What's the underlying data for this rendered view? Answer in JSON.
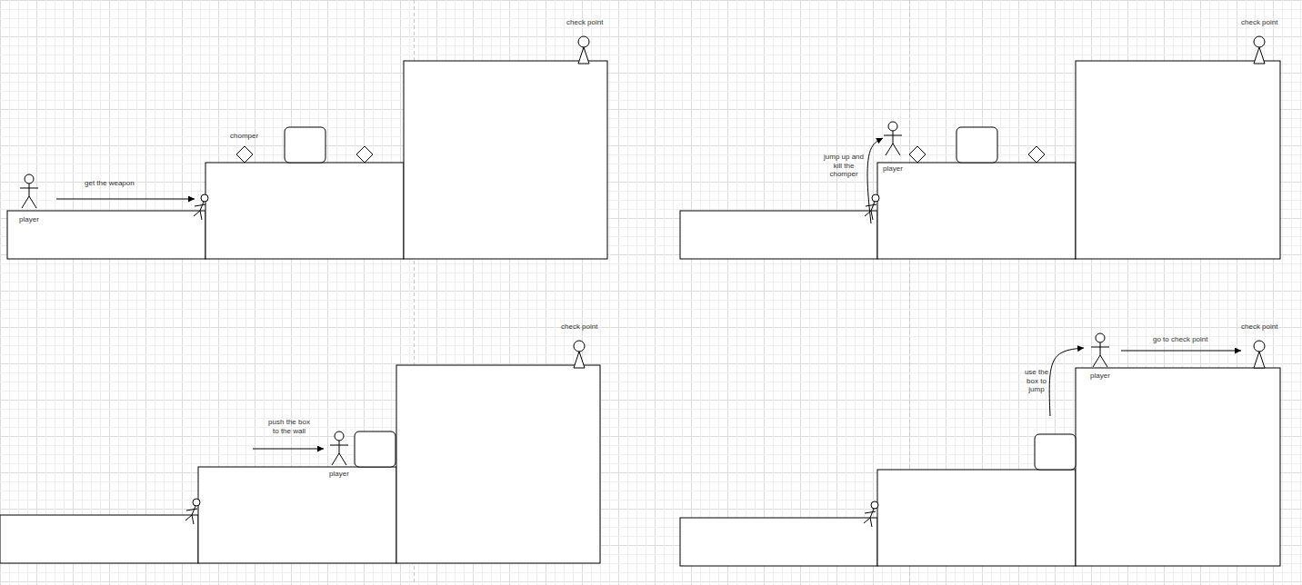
{
  "diagram": {
    "labels": [
      "check point",
      "chomper",
      "get the weapon",
      "player",
      "check point",
      "jump up and kill the chomper",
      "player",
      "check point",
      "push the box to the wall",
      "player",
      "check point",
      "use the box to jump",
      "player",
      "go to check point"
    ]
  }
}
